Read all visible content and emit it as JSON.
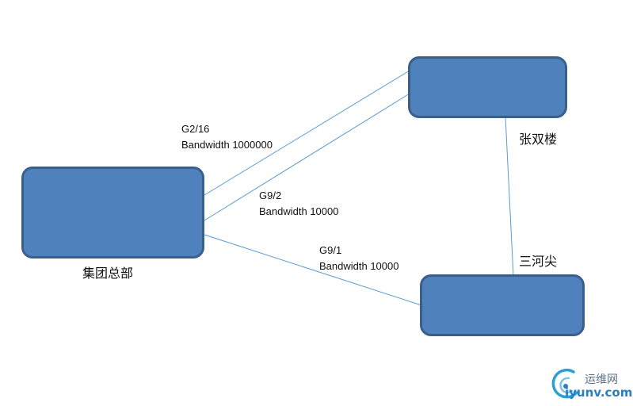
{
  "colors": {
    "node_fill": "#4f81bd",
    "node_border": "#3a5f8a",
    "link": "#5b9bd5"
  },
  "nodes": {
    "hq": {
      "label": "集团总部"
    },
    "zhangshuanglou": {
      "label": "张双楼"
    },
    "sanhejian": {
      "label": "三河尖"
    }
  },
  "links": {
    "g2_16": {
      "port": "G2/16",
      "bandwidth": "Bandwidth 1000000"
    },
    "g9_2": {
      "port": "G9/2",
      "bandwidth": "Bandwidth 10000"
    },
    "g9_1": {
      "port": "G9/1",
      "bandwidth": "Bandwidth 10000"
    }
  },
  "watermark": {
    "line1": "运维网",
    "line2": "iyunv.com"
  }
}
